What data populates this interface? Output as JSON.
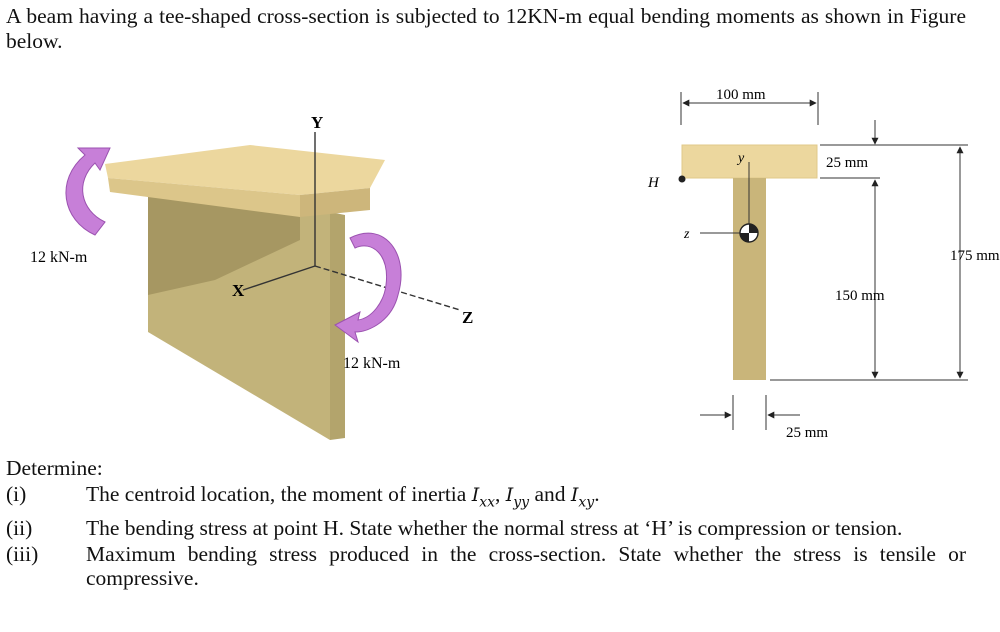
{
  "problem": {
    "intro": "A beam having a tee-shaped cross-section is subjected to 12KN-m equal bending moments as shown in Figure below."
  },
  "figure": {
    "beam3d": {
      "axis_y": "Y",
      "axis_x": "X",
      "axis_z": "Z",
      "moment_left": "12 kN-m",
      "moment_right": "12 kN-m"
    },
    "section": {
      "dim_flange_width": "100 mm",
      "dim_flange_thickness": "25 mm",
      "dim_total_height": "175 mm",
      "dim_web_height": "150 mm",
      "dim_web_width": "25 mm",
      "point_h": "H",
      "label_y": "y",
      "label_z": "z"
    },
    "colors": {
      "flange": "#ecd79e",
      "web": "#c9b57a",
      "beam_front": "#c4b57c",
      "beam_dark": "#a99a64",
      "moment_arrow": "#c77fd8"
    }
  },
  "questions": {
    "heading": "Determine:",
    "items": [
      {
        "num": "(i)",
        "text": "The centroid location, the moment of inertia",
        "m1": "I",
        "s1": "xx",
        "m2": "I",
        "s2": "yy",
        "and": "and",
        "m3": "I",
        "s3": "xy"
      },
      {
        "num": "(ii)",
        "text": "The bending stress at point H. State whether the normal stress at ‘H’ is compression or tension."
      },
      {
        "num": "(iii)",
        "text": "Maximum bending stress produced in the cross-section. State whether the stress is tensile or compressive."
      }
    ]
  }
}
